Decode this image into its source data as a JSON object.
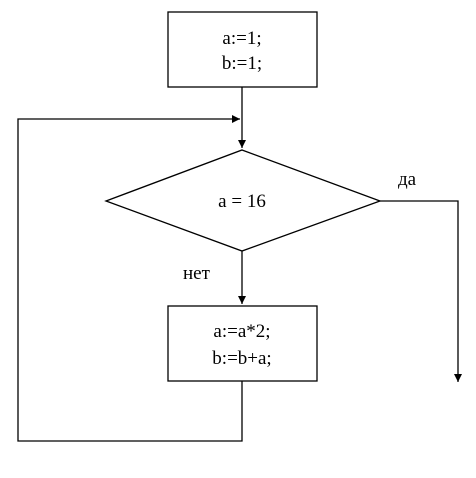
{
  "flowchart": {
    "init_block": {
      "line1": "a:=1;",
      "line2": "b:=1;"
    },
    "condition": {
      "text": "a = 16",
      "yes_label": "да",
      "no_label": "нет"
    },
    "loop_block": {
      "line1": "a:=a*2;",
      "line2": "b:=b+a;"
    }
  },
  "colors": {
    "stroke": "#000000",
    "background": "#ffffff"
  }
}
